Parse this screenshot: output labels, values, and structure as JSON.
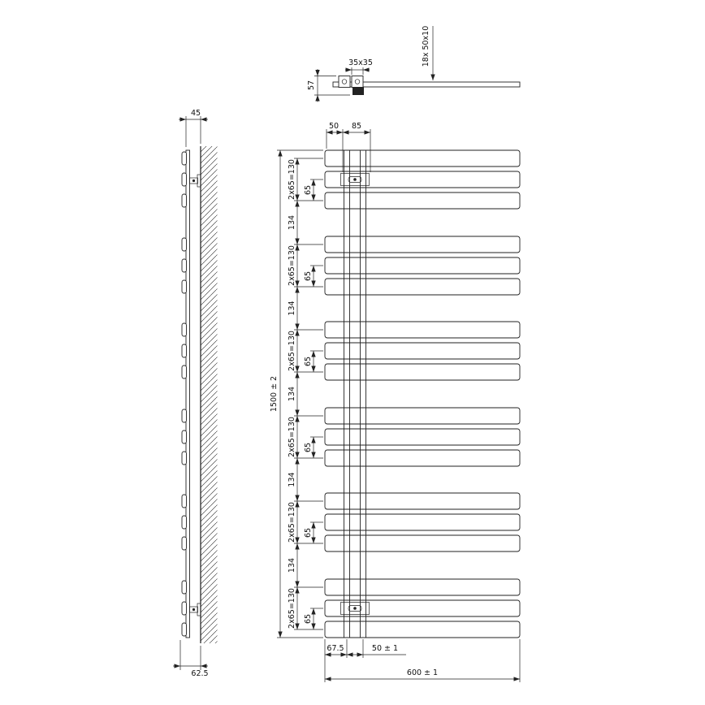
{
  "front": {
    "overall_height": "1500 ± 2",
    "overall_width": "600 ± 1",
    "pipe_offset": "67.5",
    "pipe_spacing": "50 ± 1",
    "top_dim_left": "50",
    "top_dim_right": "85",
    "group_span": "2x65=130",
    "bar_pitch": "65",
    "group_gap": "134"
  },
  "side": {
    "depth": "45",
    "wall_offset": "62.5"
  },
  "top_detail": {
    "bracket_plate": "35x35",
    "bracket_depth": "57",
    "bar_spec": "18x 50x10"
  }
}
